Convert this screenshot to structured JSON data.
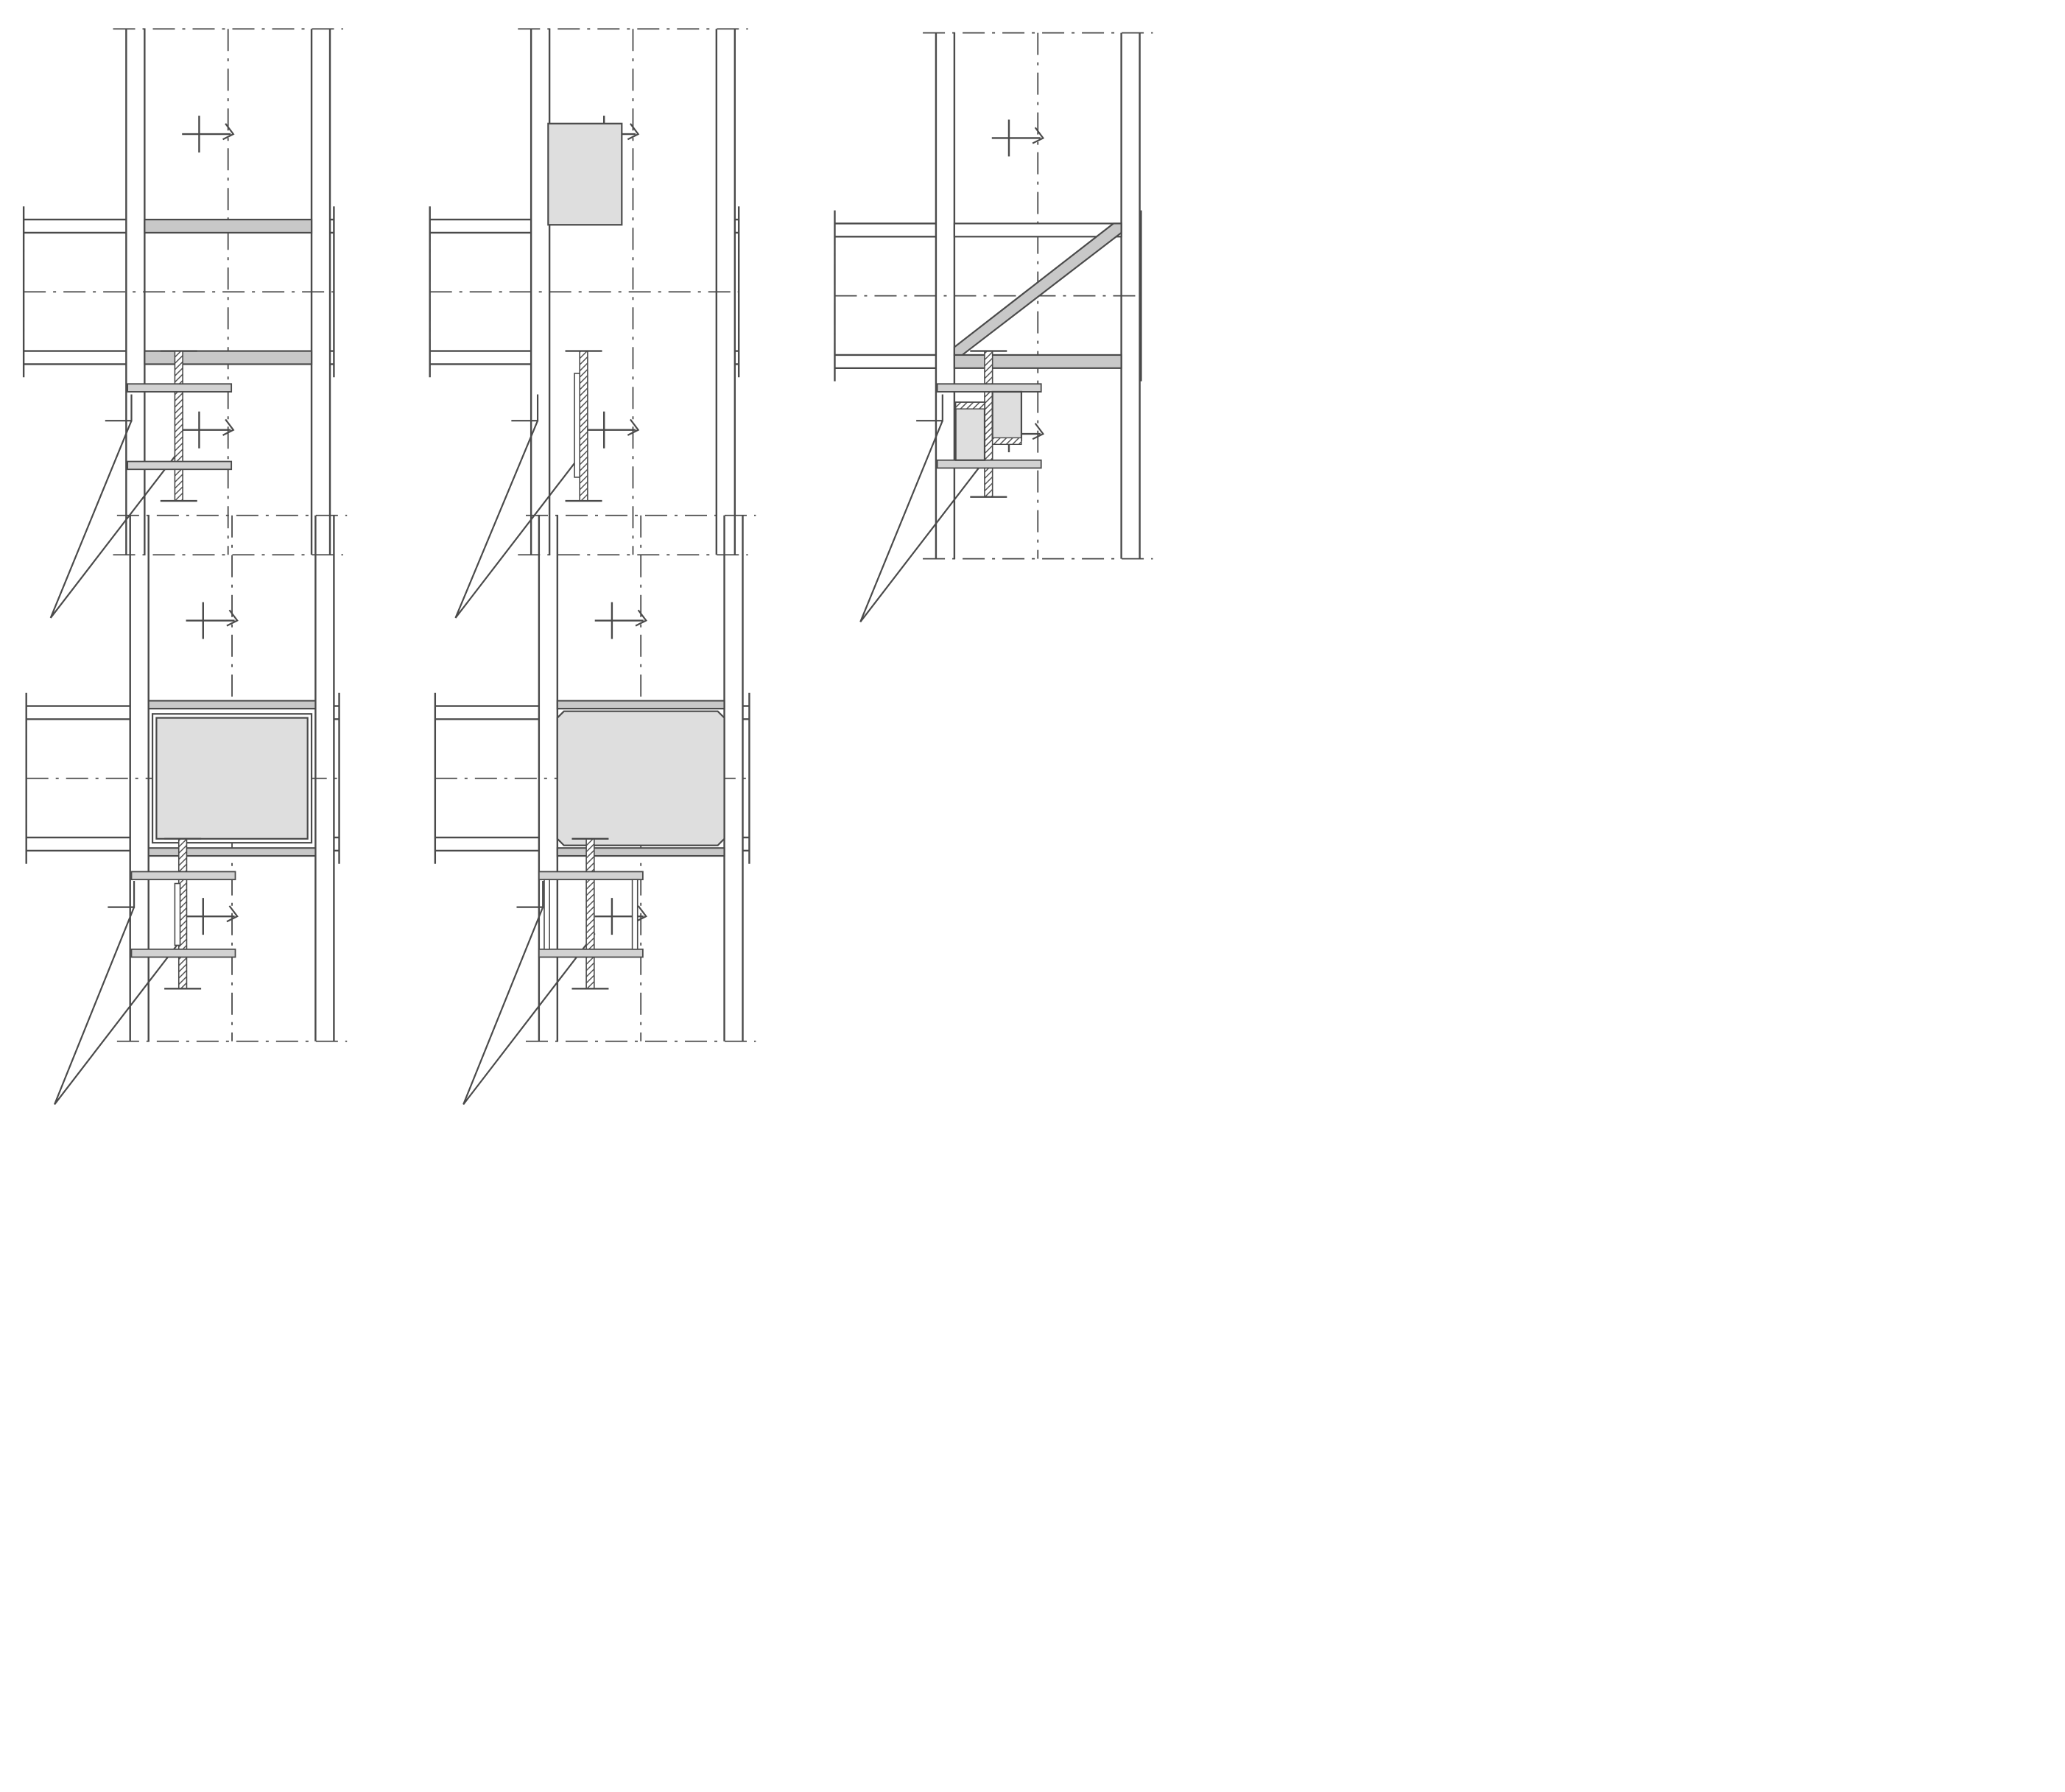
{
  "figure": {
    "description_visible_text": "",
    "background_color": "#ffffff",
    "line_color": "#4a4a4a",
    "stiffener_fill": "#c8c8c8",
    "panel_fill": "#dedede",
    "web_hatch_color": "#555555",
    "flange_fill": "#d2d2d2"
  },
  "panels": [
    {
      "id": "detail-1",
      "variant": "stiffeners"
    },
    {
      "id": "detail-2",
      "variant": "doubler-plate"
    },
    {
      "id": "detail-3",
      "variant": "diagonal-stiffener"
    },
    {
      "id": "detail-4",
      "variant": "stiffeners-and-doubler"
    },
    {
      "id": "detail-5",
      "variant": "box-plates"
    }
  ]
}
